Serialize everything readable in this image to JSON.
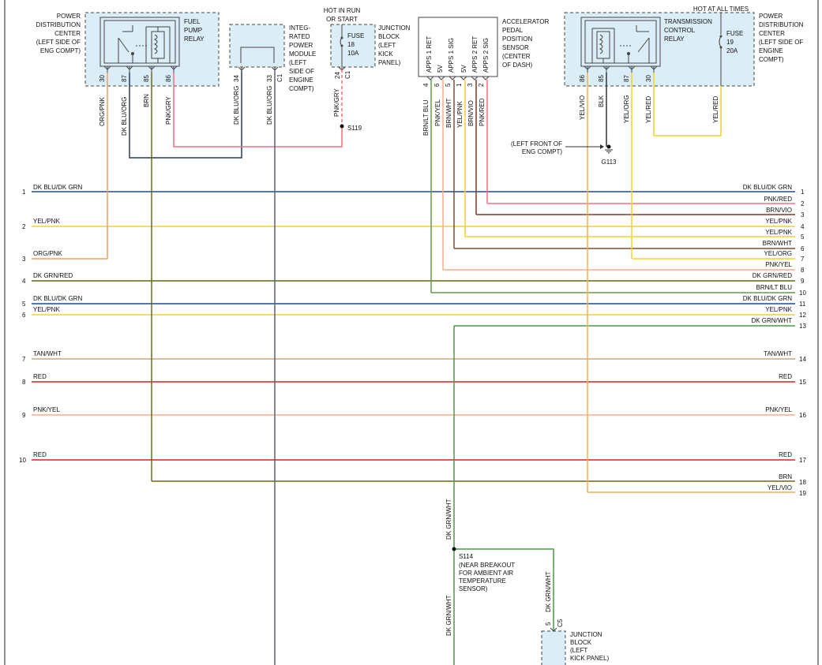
{
  "components": {
    "pdc_left": {
      "lines": [
        "POWER",
        "DISTRIBUTION",
        "CENTER",
        "(LEFT SIDE OF",
        "ENG COMPT)"
      ]
    },
    "fuel_pump_relay": {
      "lines": [
        "FUEL",
        "PUMP",
        "RELAY"
      ],
      "pins": [
        "30",
        "87",
        "85",
        "86"
      ]
    },
    "ipm": {
      "lines": [
        "INTEG-",
        "RATED",
        "POWER",
        "MODULE",
        "(LEFT",
        "SIDE OF",
        "ENGINE",
        "COMPT)"
      ],
      "pins": [
        "34",
        "33"
      ],
      "conn": "C1"
    },
    "hot_run_start": {
      "lines": [
        "HOT IN RUN",
        "OR START"
      ]
    },
    "fuse18": {
      "lines": [
        "FUSE",
        "18",
        "10A"
      ]
    },
    "jb_top": {
      "lines": [
        "JUNCTION",
        "BLOCK",
        "(LEFT",
        "KICK",
        "PANEL)"
      ],
      "pin": "24",
      "conn": "C1"
    },
    "apps": {
      "lines": [
        "ACCELERATOR",
        "PEDAL",
        "POSITION",
        "SENSOR",
        "(CENTER",
        "OF DASH)"
      ],
      "pin_labels": [
        "APPS 1 RET",
        "5V",
        "APPS 1 SIG",
        "5V",
        "APPS 2 RET",
        "APPS 2 SIG"
      ],
      "pins": [
        "4",
        "6",
        "5",
        "1",
        "3",
        "2"
      ]
    },
    "hot_all_times": "HOT AT ALL TIMES",
    "tcr": {
      "lines": [
        "TRANSMISSION",
        "CONTROL",
        "RELAY"
      ],
      "pins": [
        "86",
        "85",
        "87",
        "30"
      ]
    },
    "fuse19": {
      "lines": [
        "FUSE",
        "19",
        "20A"
      ]
    },
    "pdc_right": {
      "lines": [
        "POWER",
        "DISTRIBUTION",
        "CENTER",
        "(LEFT SIDE OF",
        "ENGINE",
        "COMPT)"
      ]
    },
    "splice_s119": "S119",
    "ground_note": [
      "(LEFT FRONT OF",
      "ENG COMPT)"
    ],
    "ground_g113": "G113",
    "splice_s114": [
      "S114",
      "(NEAR BREAKOUT",
      "FOR AMBIENT AIR",
      "TEMPERATURE",
      "SENSOR)"
    ],
    "jb_bottom": {
      "lines": [
        "JUNCTION",
        "BLOCK",
        "(LEFT",
        "KICK PANEL)"
      ],
      "pin": "5",
      "conn": "C5"
    }
  },
  "vertical_wires": {
    "fp30": "ORG/PNK",
    "fp87": "DK BLU/ORG",
    "fp85": "BRN",
    "fp86": "PNK/GRY",
    "ipm34": "DK BLU/ORG",
    "ipm33": "DK BLU/ORG",
    "jb24": "PNK/GRY",
    "apps4": "BRN/LT BLU",
    "apps6": "PNK/YEL",
    "apps5": "BRN/WHT",
    "apps1": "YEL/PNK",
    "apps3": "BRN/VIO",
    "apps2": "PNK/RED",
    "tcr86": "YEL/VIO",
    "tcr85": "BLK",
    "tcr87": "YEL/ORG",
    "tcr30": "YEL/RED",
    "fuse19": "YEL/RED",
    "s114_up": "DK GRN/WHT",
    "s114_down": "DK GRN/WHT",
    "jb5": "DK GRN/WHT"
  },
  "left_connector": [
    {
      "num": "1",
      "label": "DK BLU/DK GRN",
      "color": "#1f4e8c"
    },
    {
      "num": "2",
      "label": "YEL/PNK",
      "color": "#f2d22e"
    },
    {
      "num": "3",
      "label": "ORG/PNK",
      "color": "#f0a060"
    },
    {
      "num": "4",
      "label": "DK GRN/RED",
      "color": "#5a6a1a"
    },
    {
      "num": "5",
      "label": "DK BLU/DK GRN",
      "color": "#1f4e8c"
    },
    {
      "num": "6",
      "label": "YEL/PNK",
      "color": "#f2d22e"
    },
    {
      "num": "7",
      "label": "TAN/WHT",
      "color": "#c8a878"
    },
    {
      "num": "8",
      "label": "RED",
      "color": "#e02020"
    },
    {
      "num": "9",
      "label": "PNK/YEL",
      "color": "#f5b08a"
    },
    {
      "num": "10",
      "label": "RED",
      "color": "#e02020"
    }
  ],
  "right_connector": [
    {
      "num": "1",
      "label": "DK BLU/DK GRN",
      "color": "#1f4e8c"
    },
    {
      "num": "2",
      "label": "PNK/RED",
      "color": "#f07080"
    },
    {
      "num": "3",
      "label": "BRN/VIO",
      "color": "#7a3a2a"
    },
    {
      "num": "4",
      "label": "YEL/PNK",
      "color": "#f2d22e"
    },
    {
      "num": "5",
      "label": "YEL/PNK",
      "color": "#f2d22e"
    },
    {
      "num": "6",
      "label": "BRN/WHT",
      "color": "#7a5030"
    },
    {
      "num": "7",
      "label": "YEL/ORG",
      "color": "#f2d22e"
    },
    {
      "num": "8",
      "label": "PNK/YEL",
      "color": "#f5b08a"
    },
    {
      "num": "9",
      "label": "DK GRN/RED",
      "color": "#5a6a1a"
    },
    {
      "num": "10",
      "label": "BRN/LT BLU",
      "color": "#6a9a4a"
    },
    {
      "num": "11",
      "label": "DK BLU/DK GRN",
      "color": "#1f4e8c"
    },
    {
      "num": "12",
      "label": "YEL/PNK",
      "color": "#f2d22e"
    },
    {
      "num": "13",
      "label": "DK GRN/WHT",
      "color": "#4a9a4a"
    },
    {
      "num": "14",
      "label": "TAN/WHT",
      "color": "#c8a878"
    },
    {
      "num": "15",
      "label": "RED",
      "color": "#e02020"
    },
    {
      "num": "16",
      "label": "PNK/YEL",
      "color": "#f5b08a"
    },
    {
      "num": "17",
      "label": "RED",
      "color": "#e02020"
    },
    {
      "num": "18",
      "label": "BRN",
      "color": "#6a6a1a"
    },
    {
      "num": "19",
      "label": "YEL/VIO",
      "color": "#f5b050"
    }
  ]
}
